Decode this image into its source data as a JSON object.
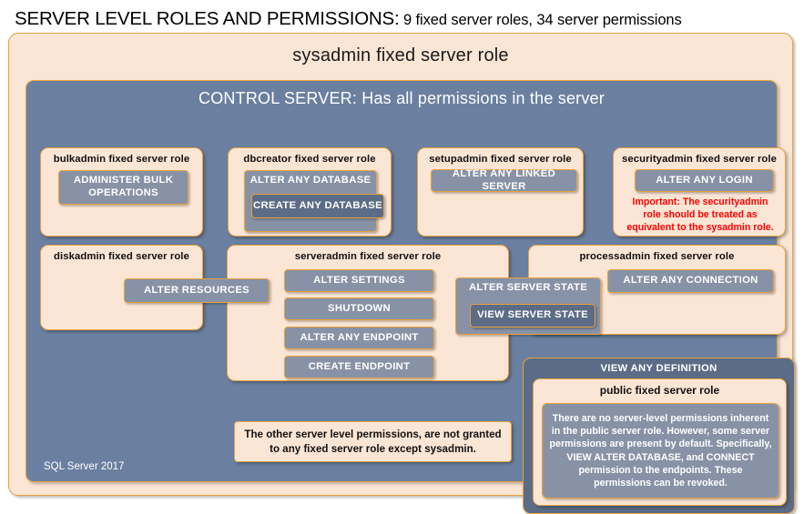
{
  "title": {
    "main": "SERVER LEVEL ROLES AND PERMISSIONS:",
    "sub": " 9 fixed server roles, 34 server permissions"
  },
  "sysadmin": {
    "label": "sysadmin  fixed  server  role"
  },
  "control_server": {
    "label": "CONTROL SERVER: Has all permissions in the server",
    "footer": "SQL Server 2017"
  },
  "roles": {
    "bulkadmin": {
      "title": "bulkadmin  fixed server role",
      "permission": "ADMINISTER  BULK OPERATIONS"
    },
    "dbcreator": {
      "title": "dbcreator fixed server role",
      "permission_outer": "ALTER ANY DATABASE",
      "permission_inner": "CREATE  ANY DATABASE"
    },
    "setupadmin": {
      "title": "setupadmin fixed server role",
      "permission": "ALTER ANY LINKED SERVER"
    },
    "securityadmin": {
      "title": "securityadmin  fixed server role",
      "permission": "ALTER ANY LOGIN",
      "warning": "Important:  The securityadmin role should  be treated as equivalent to the sysadmin role."
    },
    "diskadmin": {
      "title": "diskadmin fixed server role",
      "permission": "ALTER RESOURCES"
    },
    "serveradmin": {
      "title": "serveradmin fixed server role",
      "permissions": [
        "ALTER SETTINGS",
        "SHUTDOWN",
        "ALTER ANY ENDPOINT",
        "CREATE  ENDPOINT"
      ],
      "permission_server_state_outer": "ALTER SERVER STATE",
      "permission_server_state_inner": "VIEW SERVER STATE"
    },
    "processadmin": {
      "title": "processadmin fixed server role",
      "permission": "ALTER ANY CONNECTION"
    },
    "public": {
      "wrapper_label": "VIEW ANY DEFINITION",
      "title": "public  fixed server role",
      "note": "There are no server-level permissions inherent in the public server role. However, some server permissions are present by default. Specifically, VIEW ALTER DATABASE, and CONNECT permission to the endpoints. These permissions can be revoked."
    }
  },
  "notes": {
    "other_permissions": "The other server level permissions,  are not granted to any fixed server role except sysadmin."
  },
  "colors": {
    "peach": "#fbe5d5",
    "gold_border": "#e8a33d",
    "control_blue": "#6b80a0",
    "pill_blue": "#8892a6",
    "pill_dark_blue": "#5c6c86",
    "warning_red": "#fe0000"
  }
}
